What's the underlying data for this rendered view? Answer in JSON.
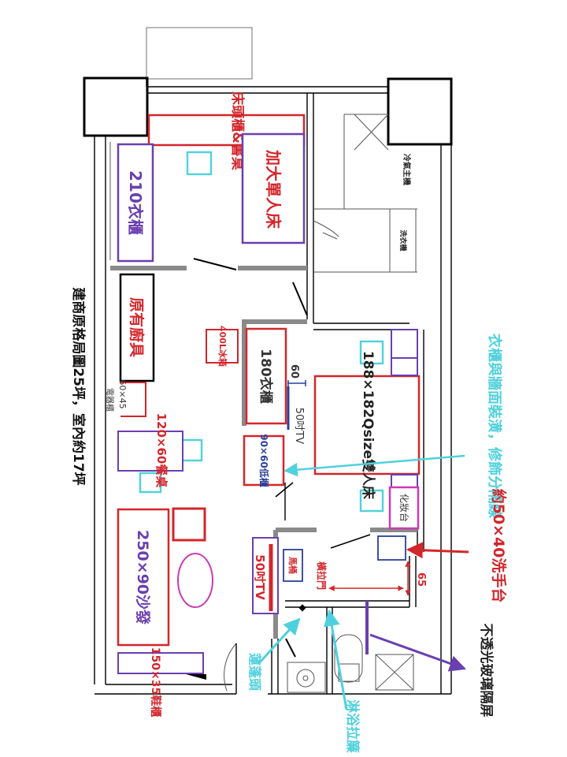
{
  "building_note": "建商原格局圖25坪，室內約17坪",
  "furniture": {
    "headboard_desk": "床頭櫃&書桌",
    "wardrobe_210": "210衣櫃",
    "extra_single_bed": "加大單人床",
    "kitchen": "原有廚具",
    "fridge": "400L冰箱",
    "appliance_cabinet_size": "60×45",
    "appliance_cabinet": "電器櫃",
    "dining_table": "120×60餐桌",
    "sofa": "250×90沙發",
    "shoe_cabinet": "150×35鞋櫃",
    "wardrobe_180": "180衣櫃",
    "depth_60": "60",
    "tv_50_bedroom": "50吋TV",
    "low_cabinet": "90×60低櫃",
    "double_bed": "188×182Qsize雙人床",
    "vanity": "化妝台",
    "toilet": "馬桶",
    "sliding_door": "橫拉門",
    "tv_50_living": "50吋TV",
    "dim_65": "65",
    "water_heater": "冷氣主機",
    "laundry": "洗衣機"
  },
  "annotations": {
    "wardrobe_wall_line": "衣櫃與牆面裝潢，修飾分隔線",
    "sink": "約50×40洗手台",
    "glass_screen": "不透光玻璃隔屏",
    "shower_curtain": "淋浴拉簾",
    "shower_head": "蓮蓬頭"
  },
  "colors": {
    "red": "#d3262b",
    "purple": "#6b3fb0",
    "cyan": "#4fd1dd",
    "pink": "#cc3ab2",
    "dark_blue": "#2a3f9a"
  }
}
